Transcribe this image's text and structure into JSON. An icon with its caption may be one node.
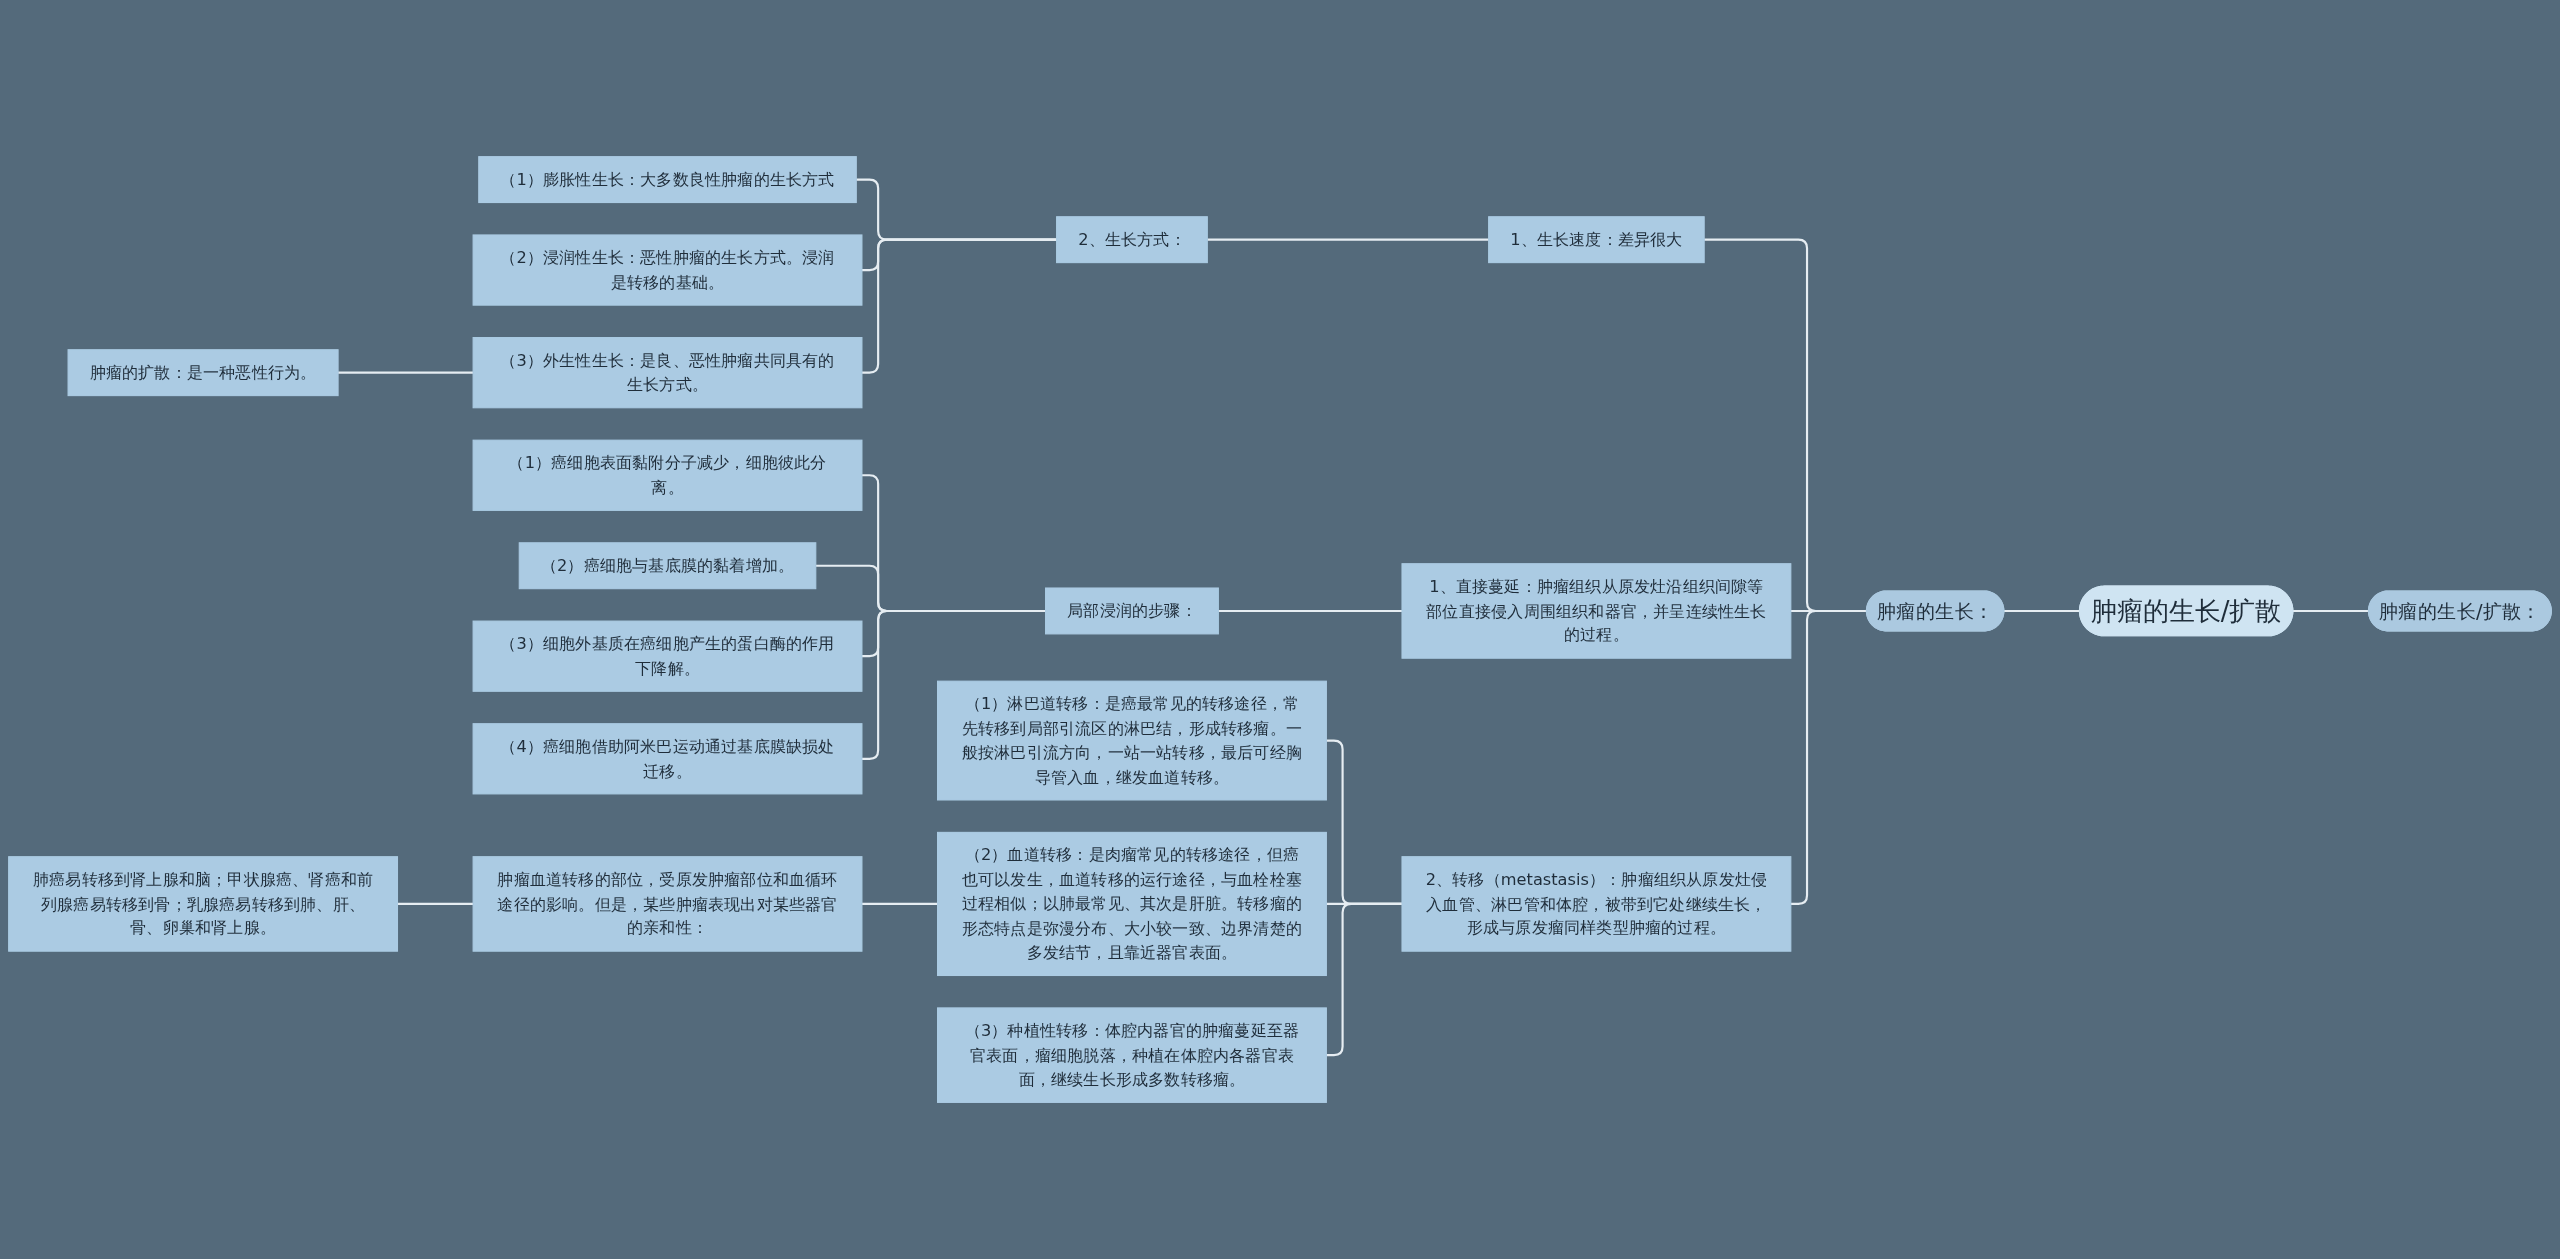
{
  "diagram": {
    "nodes": [
      {
        "text": [
          "肿瘤的生长/扩散"
        ]
      },
      {
        "text": [
          "肿瘤的生长/扩散："
        ]
      },
      {
        "text": [
          "肿瘤的生长："
        ]
      },
      {
        "text": [
          "1、生长速度：差异很大"
        ]
      },
      {
        "text": [
          "2、生长方式："
        ]
      },
      {
        "text": [
          "（1）膨胀性生长：大多数良性肿瘤的生长方式"
        ]
      },
      {
        "text": [
          "（2）浸润性生长：恶性肿瘤的生长方式。浸润是转移的基础。"
        ]
      },
      {
        "text": [
          "（3）外生性生长：是良、恶性肿瘤共同具有的生长方式。"
        ]
      },
      {
        "text": [
          "肿瘤的扩散：是一种恶性行为。"
        ]
      },
      {
        "text": [
          "1、直接蔓延：肿瘤组织从原发灶沿组织间隙等部位直接侵入周围组织和器官，并呈连续性生长的过程。"
        ]
      },
      {
        "text": [
          "局部浸润的步骤："
        ]
      },
      {
        "text": [
          "（1）癌细胞表面黏附分子减少，细胞彼此分离。"
        ]
      },
      {
        "text": [
          "（2）癌细胞与基底膜的黏着增加。"
        ]
      },
      {
        "text": [
          "（3）细胞外基质在癌细胞产生的蛋白酶的作用下降解。"
        ]
      },
      {
        "text": [
          "（4）癌细胞借助阿米巴运动通过基底膜缺损处迁移。"
        ]
      },
      {
        "text": [
          "2、转移（metastasis）：肿瘤组织从原发灶侵入血管、淋巴管和体腔，被带到它处继续生长，形成与原发瘤同样类型肿瘤的过程。"
        ]
      },
      {
        "text": [
          "（1）淋巴道转移：是癌最常见的转移途径，常先转移到局部引流区的淋巴结，形成转移瘤。一般按淋巴引流方向，一站一站转移，最后可经胸导管入血，继发血道转移。"
        ]
      },
      {
        "text": [
          "（2）血道转移：是肉瘤常见的转移途径，但癌也可以发生，血道转移的运行途径，与血栓栓塞过程相似；以肺最常见、其次是肝脏。转移瘤的形态特点是弥漫分布、大小较一致、边界清楚的多发结节，且靠近器官表面。"
        ]
      },
      {
        "text": [
          "肿瘤血道转移的部位，受原发肿瘤部位和血循环途径的影响。但是，某些肿瘤表现出对某些器官的亲和性："
        ]
      },
      {
        "text": [
          "肺癌易转移到肾上腺和脑；甲状腺癌、肾癌和前列腺癌易转移到骨；乳腺癌易转移到肺、肝、骨、卵巢和肾上腺。"
        ]
      },
      {
        "text": [
          "（3）种植性转移：体腔内器官的肿瘤蔓延至器官表面，瘤细胞脱落，种植在体腔内各器官表面，继续生长形成多数转移瘤。"
        ]
      }
    ],
    "edges": [
      {
        "from": 0,
        "to": 1,
        "arrow": "none"
      },
      {
        "from": 0,
        "to": 2,
        "arrow": "none"
      },
      {
        "from": 2,
        "to": 3,
        "arrow": "none"
      },
      {
        "from": 3,
        "to": 4,
        "arrow": "none"
      },
      {
        "from": 4,
        "to": 5,
        "arrow": "none"
      },
      {
        "from": 4,
        "to": 6,
        "arrow": "none"
      },
      {
        "from": 4,
        "to": 7,
        "arrow": "none"
      },
      {
        "from": 7,
        "to": 8,
        "arrow": "none"
      },
      {
        "from": 2,
        "to": 9,
        "arrow": "none"
      },
      {
        "from": 9,
        "to": 10,
        "arrow": "none"
      },
      {
        "from": 10,
        "to": 11,
        "arrow": "none"
      },
      {
        "from": 10,
        "to": 12,
        "arrow": "none"
      },
      {
        "from": 10,
        "to": 13,
        "arrow": "none"
      },
      {
        "from": 10,
        "to": 14,
        "arrow": "none"
      },
      {
        "from": 2,
        "to": 15,
        "arrow": "none"
      },
      {
        "from": 15,
        "to": 16,
        "arrow": "none"
      },
      {
        "from": 15,
        "to": 17,
        "arrow": "none"
      },
      {
        "from": 17,
        "to": 18,
        "arrow": "none"
      },
      {
        "from": 18,
        "to": 19,
        "arrow": "none"
      },
      {
        "from": 15,
        "to": 20,
        "arrow": "none"
      }
    ]
  }
}
